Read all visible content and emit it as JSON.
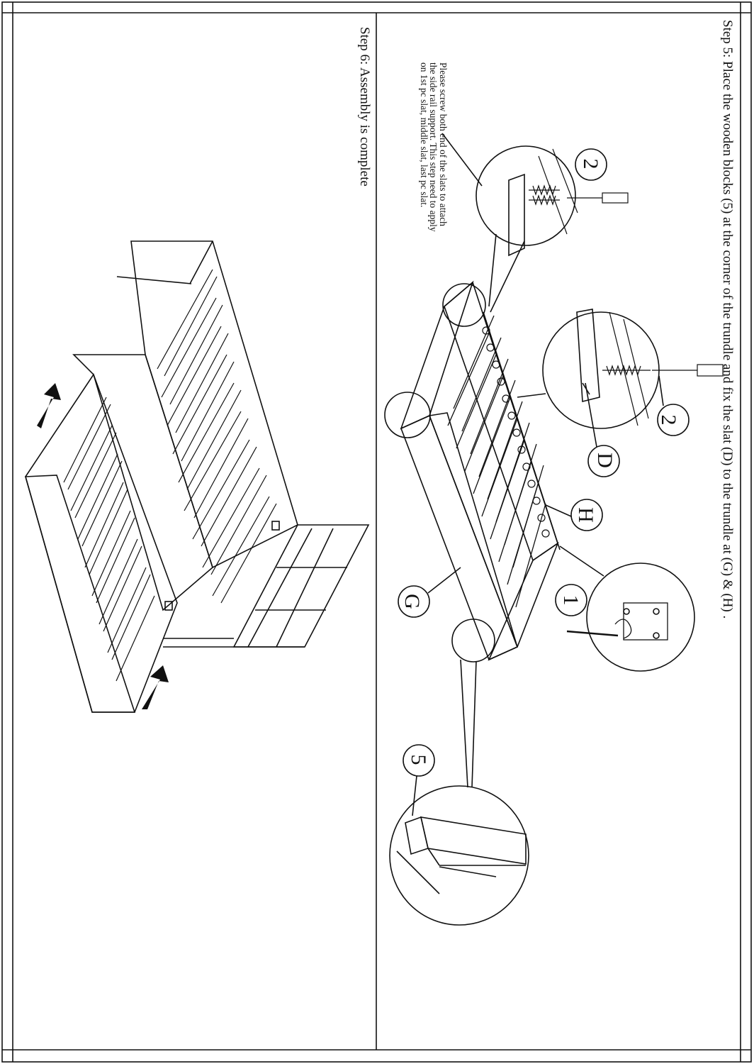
{
  "step5": {
    "title": "Step 5: Place the wooden blocks (5) at the corner of the trundle and fix the slat (D) to the trundle at (G) & (H) .",
    "note_lines": [
      "Please screw both end of the slats to attach",
      "the side rail support. This step need to apply",
      "on 1st pc slat, middle slat, last pc slat."
    ],
    "callouts": {
      "screw_top": "2",
      "screw_right": "2",
      "slat": "D",
      "rail_h": "H",
      "bracket": "1",
      "rail_g": "G",
      "block": "5"
    }
  },
  "step6": {
    "title": "Step 6: Assembly is complete"
  }
}
